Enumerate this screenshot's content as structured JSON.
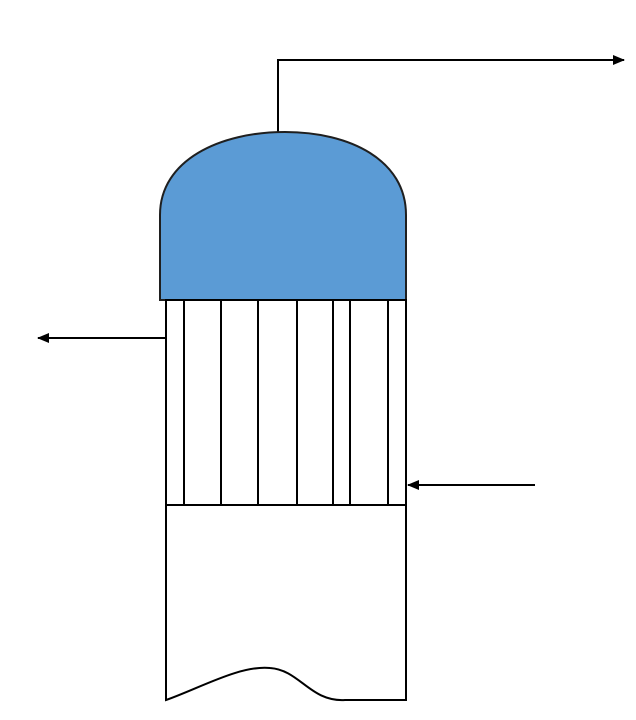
{
  "diagram": {
    "dome_color": "#5b9bd5",
    "stroke_color": "#000000",
    "background": "#ffffff",
    "tube_count": 7,
    "flows": [
      {
        "id": "top-outlet",
        "direction": "right",
        "icon": "arrow-right-icon"
      },
      {
        "id": "side-outlet",
        "direction": "left",
        "icon": "arrow-left-icon"
      },
      {
        "id": "side-inlet",
        "direction": "left",
        "icon": "arrow-left-icon"
      }
    ]
  }
}
